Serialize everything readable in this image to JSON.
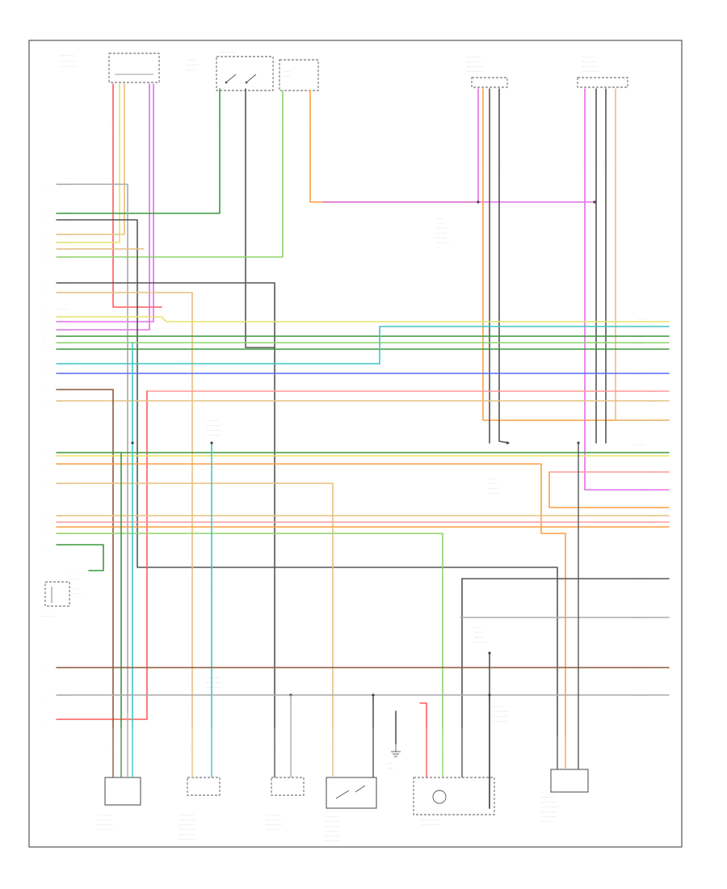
{
  "diagram": {
    "figure_ref": "",
    "wire_colors": {
      "red": "#ff5a5a",
      "pink": "#ff9a9a",
      "orange": "#ff9f40",
      "yellow": "#e8e36a",
      "light_green": "#8fd46a",
      "dark_green": "#3a9a3a",
      "teal": "#3ec6c6",
      "blue": "#5a6cff",
      "violet": "#e070e8",
      "brown": "#8a5a3a",
      "dark_gray": "#555555",
      "light_gray": "#aaaaaa",
      "tan": "#e6c080"
    },
    "components": [
      {
        "id": "top-left-sensor",
        "icon": "connector-box-icon"
      },
      {
        "id": "top-sensor-2",
        "icon": "connector-box-icon"
      },
      {
        "id": "top-switch",
        "icon": "switch-icon"
      },
      {
        "id": "top-module",
        "icon": "connector-box-icon"
      },
      {
        "id": "top-right-connector-1",
        "icon": "connector-box-icon"
      },
      {
        "id": "top-right-connector-2",
        "icon": "connector-box-icon"
      },
      {
        "id": "left-resistor",
        "icon": "resistor-icon"
      },
      {
        "id": "bottom-sensor-1",
        "icon": "sensor-icon"
      },
      {
        "id": "bottom-sensor-2",
        "icon": "sensor-icon"
      },
      {
        "id": "bottom-sensor-3",
        "icon": "sensor-icon"
      },
      {
        "id": "bottom-switch",
        "icon": "switch-icon"
      },
      {
        "id": "fuel-pump-module",
        "icon": "motor-icon"
      },
      {
        "id": "bottom-right-module",
        "icon": "connector-box-icon"
      }
    ]
  }
}
